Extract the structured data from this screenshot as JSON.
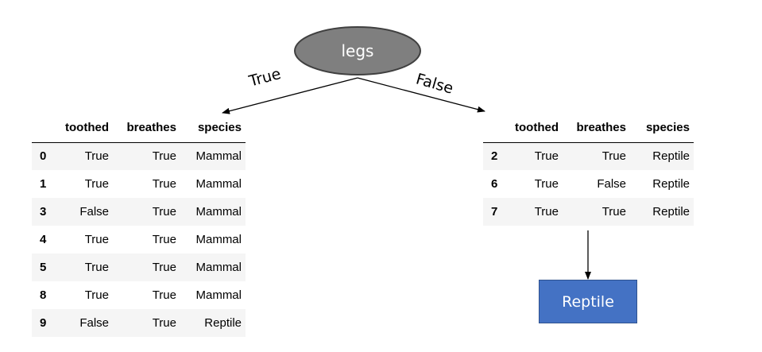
{
  "root_node": {
    "label": "legs"
  },
  "edges": {
    "true_label": "True",
    "false_label": "False"
  },
  "left_table": {
    "columns": [
      "",
      "toothed",
      "breathes",
      "species"
    ],
    "rows": [
      [
        "0",
        "True",
        "True",
        "Mammal"
      ],
      [
        "1",
        "True",
        "True",
        "Mammal"
      ],
      [
        "3",
        "False",
        "True",
        "Mammal"
      ],
      [
        "4",
        "True",
        "True",
        "Mammal"
      ],
      [
        "5",
        "True",
        "True",
        "Mammal"
      ],
      [
        "8",
        "True",
        "True",
        "Mammal"
      ],
      [
        "9",
        "False",
        "True",
        "Reptile"
      ]
    ]
  },
  "right_table": {
    "columns": [
      "",
      "toothed",
      "breathes",
      "species"
    ],
    "rows": [
      [
        "2",
        "True",
        "True",
        "Reptile"
      ],
      [
        "6",
        "True",
        "False",
        "Reptile"
      ],
      [
        "7",
        "True",
        "True",
        "Reptile"
      ]
    ]
  },
  "leaf_node": {
    "label": "Reptile"
  },
  "colors": {
    "root_fill": "#7f7f7f",
    "root_stroke": "#404040",
    "leaf_fill": "#4472c4",
    "row_stripe": "#f5f5f5"
  }
}
